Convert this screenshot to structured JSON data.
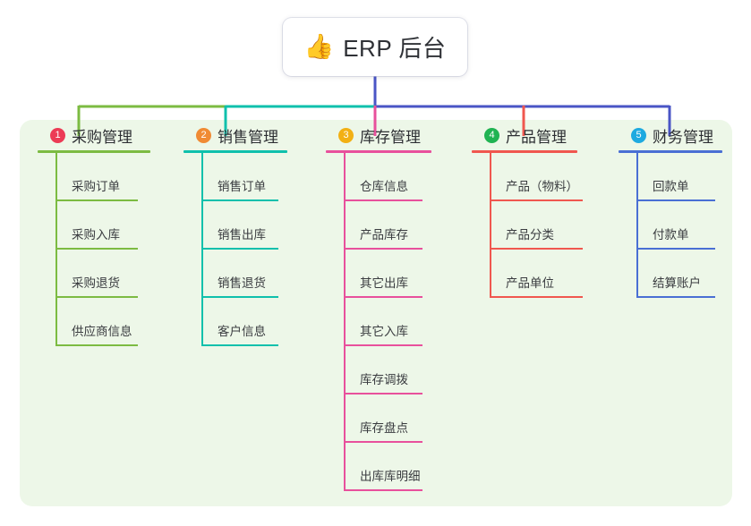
{
  "diagram": {
    "type": "mindmap",
    "background_color": "#ffffff",
    "panel_color": "#edf7e8",
    "root": {
      "icon": "thumbs-up-emoji",
      "icon_glyph": "👍",
      "title": "ERP 后台"
    },
    "trunk_color": "#4a55c6",
    "branches": [
      {
        "index": "1",
        "title": "采购管理",
        "badge_color": "#ec3b55",
        "line_color": "#7cbb42",
        "connector_color": "#7cbb42",
        "items": [
          "采购订单",
          "采购入库",
          "采购退货",
          "供应商信息"
        ]
      },
      {
        "index": "2",
        "title": "销售管理",
        "badge_color": "#f08b34",
        "line_color": "#0fc0ac",
        "connector_color": "#0fc0ac",
        "items": [
          "销售订单",
          "销售出库",
          "销售退货",
          "客户信息"
        ]
      },
      {
        "index": "3",
        "title": "库存管理",
        "badge_color": "#f2b014",
        "line_color": "#e8509c",
        "connector_color": "#e8509c",
        "items": [
          "仓库信息",
          "产品库存",
          "其它出库",
          "其它入库",
          "库存调拨",
          "库存盘点",
          "出库库明细"
        ]
      },
      {
        "index": "4",
        "title": "产品管理",
        "badge_color": "#20b352",
        "line_color": "#f0574f",
        "connector_color": "#f0574f",
        "items": [
          "产品（物料）",
          "产品分类",
          "产品单位"
        ]
      },
      {
        "index": "5",
        "title": "财务管理",
        "badge_color": "#1eaae0",
        "line_color": "#4a6fd4",
        "connector_color": "#4a55c6",
        "items": [
          "回款单",
          "付款单",
          "结算账户"
        ]
      }
    ]
  }
}
